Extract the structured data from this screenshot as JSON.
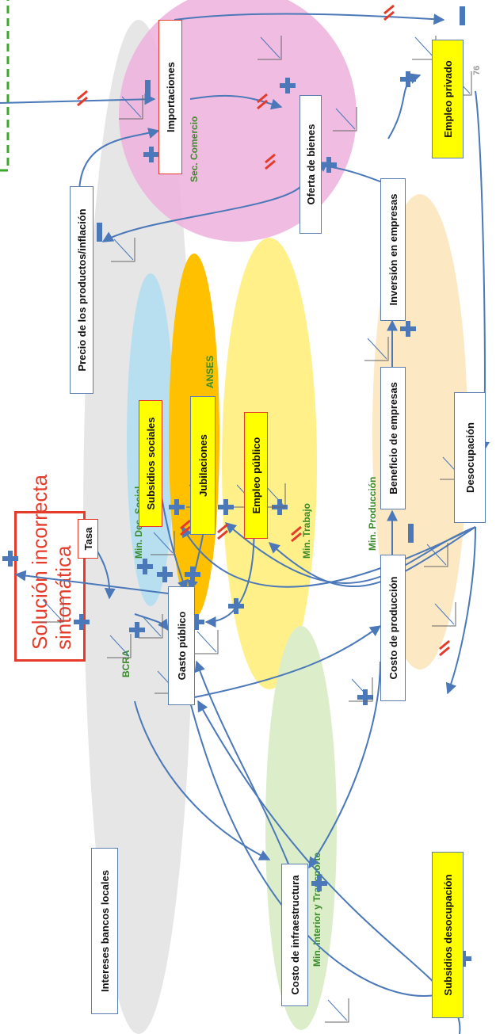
{
  "title": {
    "line1": "Solución incorrecta",
    "line2": "sintomática"
  },
  "page_number": "76",
  "regions": [
    {
      "key": "bcra",
      "label": "BCRA",
      "color": "#e6e6e6"
    },
    {
      "key": "comercio",
      "label": "Sec. Comercio",
      "color": "#efb0dc"
    },
    {
      "key": "desarrollo",
      "label": "Min. Des. Social",
      "color": "#b7dff0"
    },
    {
      "key": "anses",
      "label": "ANSES",
      "color": "#ffc000"
    },
    {
      "key": "trabajo",
      "label": "Min. Trabajo",
      "color": "#fff08a"
    },
    {
      "key": "produccion",
      "label": "Min. Producción",
      "color": "#fde8c4"
    },
    {
      "key": "interior",
      "label": "Min. Interior y Transporte",
      "color": "#dbeec9"
    }
  ],
  "nodes": {
    "intereses": "Intereses bancos locales",
    "tasa": "Tasa",
    "gasto": "Gasto público",
    "costo_infra": "Costo de infraestructura",
    "precio": "Precio de los productos/inflación",
    "importaciones": "Importaciones",
    "oferta": "Oferta de bienes",
    "subsidios_sociales": "Subsidios sociales",
    "jubilaciones": "Jubilaciones",
    "empleo_publico": "Empleo público",
    "costo_prod": "Costo de producción",
    "beneficio": "Beneficio de empresas",
    "inversion": "Inversión en empresas",
    "desocupacion": "Desocupación",
    "subsidios_desoc": "Subsidios desocupación",
    "empleo_privado": "Empleo privado"
  },
  "colors": {
    "arrow": "#4a78b8",
    "delay": "#e53b2b",
    "plus": "#4a78b8",
    "dashed": "#3aa82a"
  },
  "icons": [
    "plus-icon",
    "minus-icon",
    "delay-marker-icon",
    "trend-graph-icon"
  ]
}
